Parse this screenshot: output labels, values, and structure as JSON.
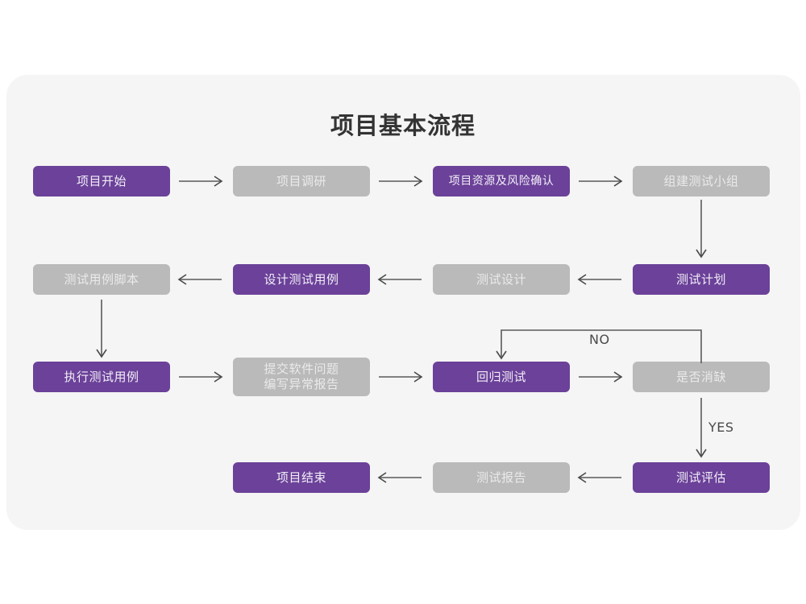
{
  "page": {
    "title": "项目基本流程",
    "card_bg": "#f5f5f5",
    "page_bg": "#ffffff"
  },
  "colors": {
    "purple": "#6b4199",
    "gray": "#bababa",
    "purple_text": "#f2eef7",
    "gray_text": "#eaeaea",
    "arrow": "#5a5a5a",
    "title_text": "#333333"
  },
  "flowchart": {
    "rows": [
      {
        "row_id": "row-1",
        "nodes": [
          {
            "id": "n1",
            "label": "项目开始",
            "style": "purple"
          },
          {
            "id": "n2",
            "label": "项目调研",
            "style": "gray"
          },
          {
            "id": "n3",
            "label": "项目资源及风险确认",
            "style": "purple"
          },
          {
            "id": "n4",
            "label": "组建测试小组",
            "style": "gray"
          }
        ]
      },
      {
        "row_id": "row-2",
        "nodes": [
          {
            "id": "n8",
            "label": "测试用例脚本",
            "style": "gray"
          },
          {
            "id": "n7",
            "label": "设计测试用例",
            "style": "purple"
          },
          {
            "id": "n6",
            "label": "测试设计",
            "style": "gray"
          },
          {
            "id": "n5",
            "label": "测试计划",
            "style": "purple"
          }
        ]
      },
      {
        "row_id": "row-3",
        "nodes": [
          {
            "id": "n9",
            "label": "执行测试用例",
            "style": "purple"
          },
          {
            "id": "n10",
            "label": "提交软件问题\n编写异常报告",
            "style": "gray"
          },
          {
            "id": "n11",
            "label": "回归测试",
            "style": "purple"
          },
          {
            "id": "n12",
            "label": "是否消缺",
            "style": "gray"
          }
        ]
      },
      {
        "row_id": "row-4",
        "nodes": [
          {
            "id": "n15",
            "label": "项目结束",
            "style": "purple"
          },
          {
            "id": "n14",
            "label": "测试报告",
            "style": "gray"
          },
          {
            "id": "n13",
            "label": "测试评估",
            "style": "purple"
          }
        ]
      }
    ],
    "edge_labels": {
      "no": "NO",
      "yes": "YES"
    },
    "connections": [
      {
        "id": "c1",
        "from": "n1",
        "to": "n2",
        "direction": "right"
      },
      {
        "id": "c2",
        "from": "n2",
        "to": "n3",
        "direction": "right"
      },
      {
        "id": "c3",
        "from": "n3",
        "to": "n4",
        "direction": "right"
      },
      {
        "id": "c4",
        "from": "n4",
        "to": "n5",
        "direction": "down"
      },
      {
        "id": "c5",
        "from": "n5",
        "to": "n6",
        "direction": "left"
      },
      {
        "id": "c6",
        "from": "n6",
        "to": "n7",
        "direction": "left"
      },
      {
        "id": "c7",
        "from": "n7",
        "to": "n8",
        "direction": "left"
      },
      {
        "id": "c8",
        "from": "n8",
        "to": "n9",
        "direction": "down"
      },
      {
        "id": "c9",
        "from": "n9",
        "to": "n10",
        "direction": "right"
      },
      {
        "id": "c10",
        "from": "n10",
        "to": "n11",
        "direction": "right"
      },
      {
        "id": "c11",
        "from": "n11",
        "to": "n12",
        "direction": "right"
      },
      {
        "id": "c12",
        "from": "n12",
        "to": "n11",
        "direction": "loop-up",
        "label": "NO"
      },
      {
        "id": "c13",
        "from": "n12",
        "to": "n13",
        "direction": "down",
        "label": "YES"
      },
      {
        "id": "c14",
        "from": "n13",
        "to": "n14",
        "direction": "left"
      },
      {
        "id": "c15",
        "from": "n14",
        "to": "n15",
        "direction": "left"
      }
    ]
  }
}
